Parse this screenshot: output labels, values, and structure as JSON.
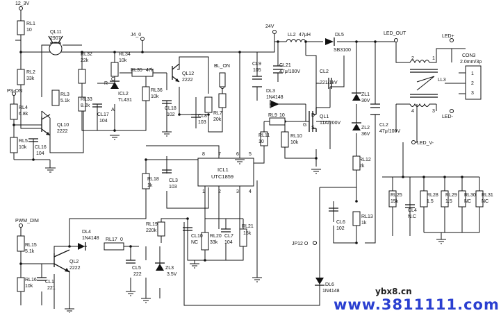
{
  "nets": {
    "v12": "12_3V",
    "ps_on": "PS-ON",
    "pwm_dim": "PWM_DIM",
    "j4": "J4_0",
    "bl_on": "BL_ON",
    "v24": "24V",
    "led_out": "LED_OUT",
    "led_plus": "LED+",
    "led_minus": "LED-",
    "led_v_minus": "LED_V-",
    "jp12": "JP12 O",
    "g": "G",
    "d": "D",
    "s": "S",
    "r": "R",
    "c": "C",
    "a": "A"
  },
  "components": {
    "rl1": {
      "ref": "RL1",
      "val": "10"
    },
    "ql11": {
      "ref": "QL11",
      "val": "2907"
    },
    "rl2": {
      "ref": "RL2",
      "val": "33k"
    },
    "rl3": {
      "ref": "RL3",
      "val": "5.1k"
    },
    "rl4": {
      "ref": "RL4",
      "val": "6.8k"
    },
    "rl5": {
      "ref": "RL5",
      "val": "10k"
    },
    "cl16": {
      "ref": "CL16",
      "val": "104"
    },
    "ql10": {
      "ref": "QL10",
      "val": "2222"
    },
    "rl32": {
      "ref": "RL32",
      "val": "22k"
    },
    "rl33": {
      "ref": "RL33",
      "val": "8.2k"
    },
    "cl17": {
      "ref": "CL17",
      "val": "104"
    },
    "rl34": {
      "ref": "RL34",
      "val": "10k"
    },
    "icl2": {
      "ref": "ICL2",
      "val": "TL431"
    },
    "rl35": {
      "ref": "RL35",
      "val": "47k"
    },
    "rl36": {
      "ref": "RL36",
      "val": "10k"
    },
    "cl18": {
      "ref": "CL18",
      "val": "102"
    },
    "ql12": {
      "ref": "QL12",
      "val": "2222"
    },
    "cl8": {
      "ref": "CL8",
      "val": "103"
    },
    "rl7": {
      "ref": "RL7",
      "val": "20k"
    },
    "cl9": {
      "ref": "CL9",
      "val": "105"
    },
    "ll2": {
      "ref": "LL2",
      "val": "47μH"
    },
    "cl21": {
      "ref": "CL21",
      "val": "47μ/100V"
    },
    "dl5": {
      "ref": "DL5",
      "val": "SB3100"
    },
    "cl2a": {
      "ref": "CL2",
      "val": "221/1kV"
    },
    "dl3": {
      "ref": "DL3",
      "val": "1N4148"
    },
    "rl9": {
      "ref": "RL9",
      "val": "10"
    },
    "ql1": {
      "ref": "QL1",
      "val": "11A/200V"
    },
    "rl10": {
      "ref": "RL10",
      "val": "10k"
    },
    "rl11": {
      "ref": "RL11",
      "val": "10"
    },
    "zl1": {
      "ref": "ZL1",
      "val": "30V"
    },
    "zl2": {
      "ref": "ZL2",
      "val": "36V"
    },
    "rl12": {
      "ref": "RL12",
      "val": "2k"
    },
    "cl2b": {
      "ref": "CL2",
      "val": "47μ/100V"
    },
    "ll3": {
      "ref": "LL3",
      "val": ""
    },
    "con3": {
      "ref": "CON3",
      "val": "2.0mm/3p"
    },
    "icl1": {
      "ref": "ICL1",
      "val": "UTC1859"
    },
    "rl18": {
      "ref": "RL18",
      "val": "1k"
    },
    "cl3": {
      "ref": "CL3",
      "val": "103"
    },
    "rl19": {
      "ref": "RL19",
      "val": "220k"
    },
    "cl10": {
      "ref": "CL10",
      "val": "NC"
    },
    "rl20": {
      "ref": "RL20",
      "val": "33k"
    },
    "cl7": {
      "ref": "CL7",
      "val": "104"
    },
    "rl21": {
      "ref": "RL21",
      "val": "15k"
    },
    "cl6": {
      "ref": "CL6",
      "val": "102"
    },
    "rl13": {
      "ref": "RL13",
      "val": "1k"
    },
    "dl6": {
      "ref": "DL6",
      "val": "1N4148"
    },
    "rl15": {
      "ref": "RL15",
      "val": "5.1k"
    },
    "rl16": {
      "ref": "RL16",
      "val": "10k"
    },
    "cl1": {
      "ref": "CL1",
      "val": "221"
    },
    "ql2": {
      "ref": "QL2",
      "val": "2222"
    },
    "dl4": {
      "ref": "DL4",
      "val": "1N4148"
    },
    "rl17": {
      "ref": "RL17",
      "val": "0"
    },
    "cl5": {
      "ref": "CL5",
      "val": "222"
    },
    "zl3": {
      "ref": "ZL3",
      "val": "3.5V"
    },
    "rl25": {
      "ref": "RL25",
      "val": "15k"
    },
    "cl4": {
      "ref": "CL4",
      "val": "N.C"
    },
    "rl28": {
      "ref": "RL28",
      "val": "1.5"
    },
    "rl29": {
      "ref": "RL29",
      "val": "1.5"
    },
    "rl30": {
      "ref": "RL30",
      "val": "NC"
    },
    "rl31": {
      "ref": "RL31",
      "val": "NC"
    }
  },
  "pins": [
    "1",
    "2",
    "3",
    "4",
    "5",
    "6",
    "7",
    "8"
  ],
  "watermark": {
    "small": "ybx8.cn",
    "big": "www.3811111.com"
  }
}
